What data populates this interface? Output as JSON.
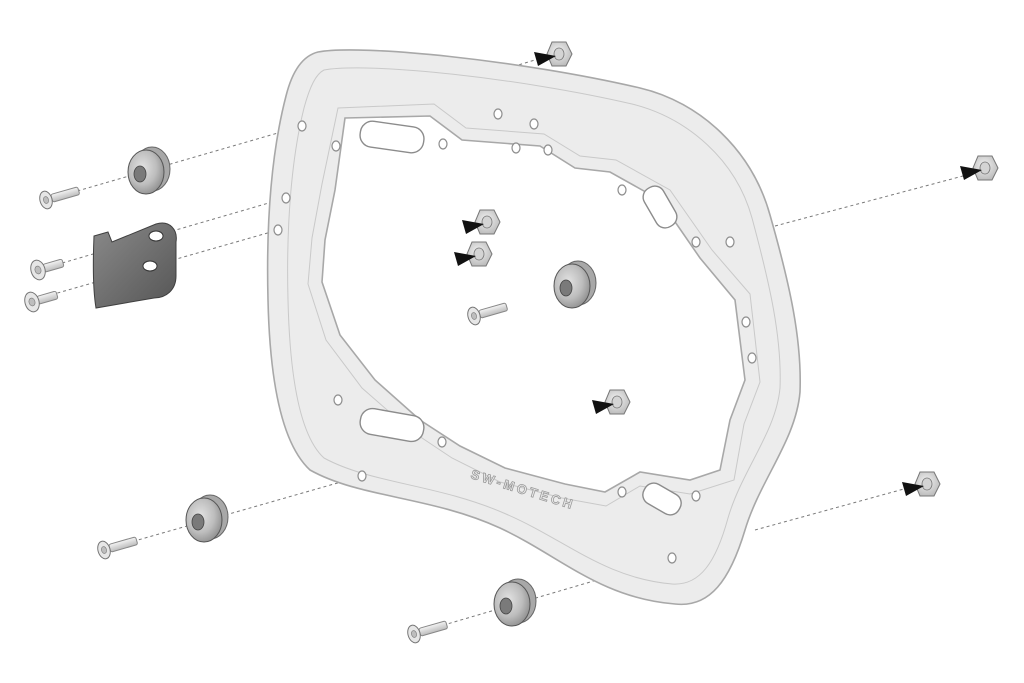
{
  "diagram": {
    "frame_emboss_text": "SW-MOTECH",
    "colors": {
      "background": "#ffffff",
      "frame_fill": "#ececec",
      "frame_stroke": "#a8a8a8",
      "part_metal": "#c4c4c4",
      "bracket_dark": "#6e6e6e",
      "arrow": "#111111"
    },
    "parts": {
      "bolts": 6,
      "spacers": 4,
      "nuts": 6,
      "brackets": 1
    }
  }
}
